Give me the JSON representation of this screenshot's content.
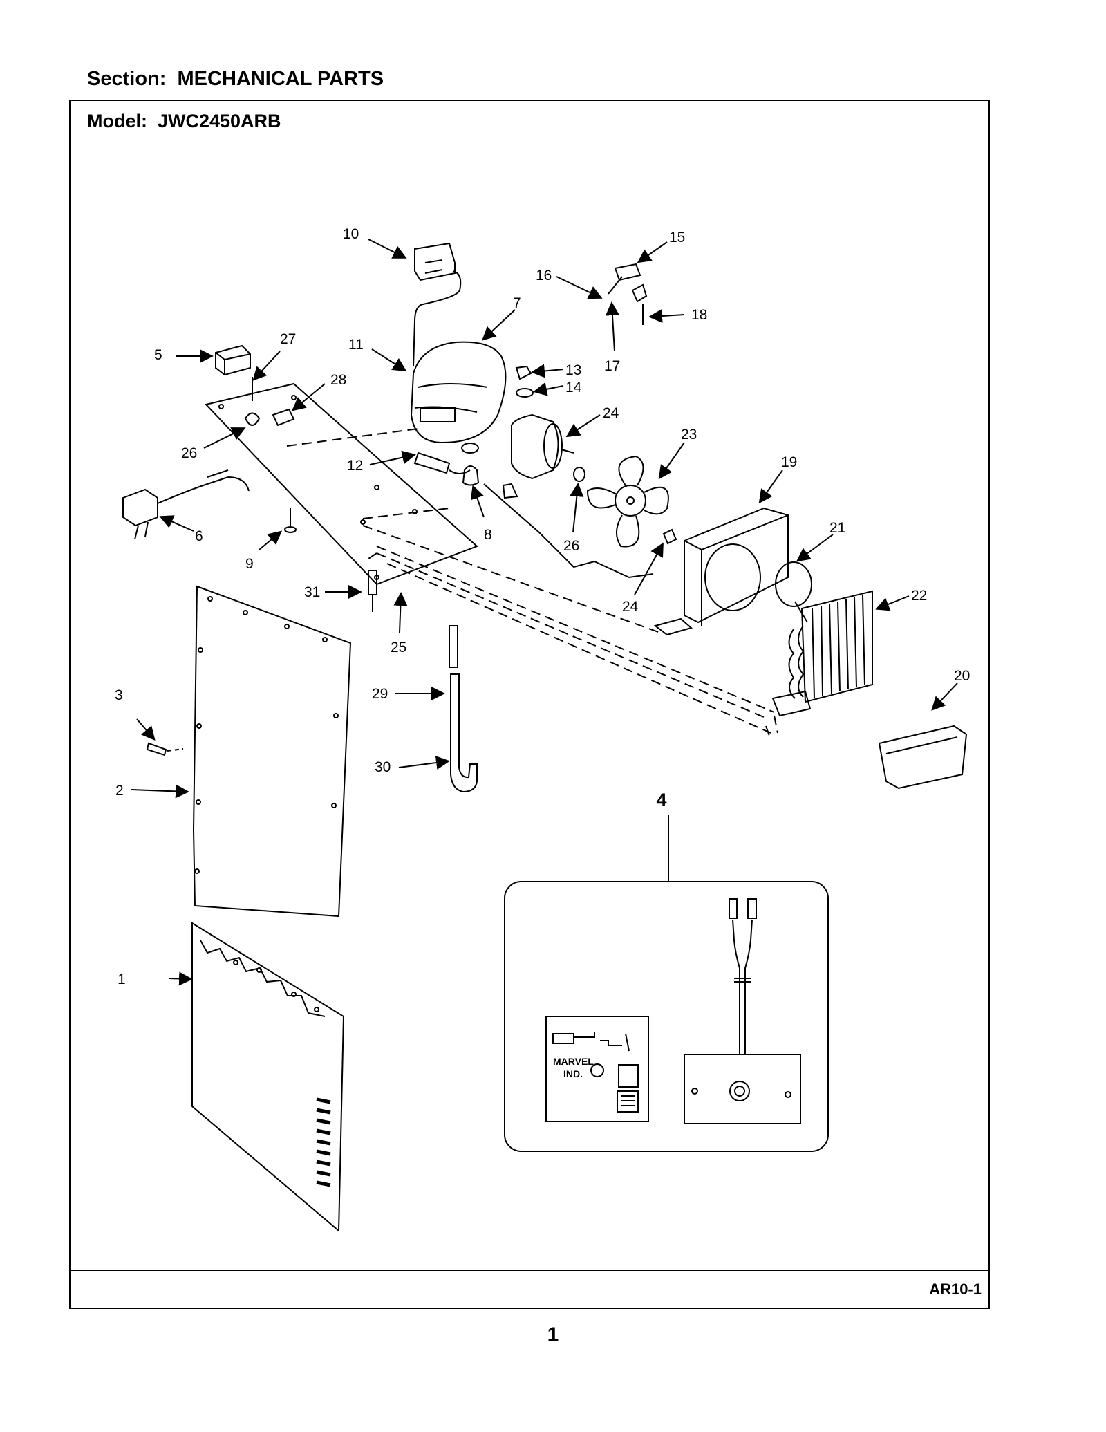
{
  "header": {
    "section": "Section:  MECHANICAL PARTS",
    "model": "Model:  JWC2450ARB"
  },
  "footer": {
    "code": "AR10-1",
    "page_number": "1"
  },
  "callouts": {
    "c1": "1",
    "c2": "2",
    "c3": "3",
    "c4": "4",
    "c5": "5",
    "c6": "6",
    "c7": "7",
    "c8": "8",
    "c9": "9",
    "c10": "10",
    "c11": "11",
    "c12": "12",
    "c13": "13",
    "c14": "14",
    "c15": "15",
    "c16": "16",
    "c17": "17",
    "c18": "18",
    "c19": "19",
    "c20": "20",
    "c21": "21",
    "c22": "22",
    "c23": "23",
    "c24a": "24",
    "c24b": "24",
    "c25": "25",
    "c26a": "26",
    "c26b": "26",
    "c27": "27",
    "c28": "28",
    "c29": "29",
    "c30": "30",
    "c31": "31"
  },
  "control_board": {
    "brand": "MARVEL",
    "brand2": "IND."
  }
}
